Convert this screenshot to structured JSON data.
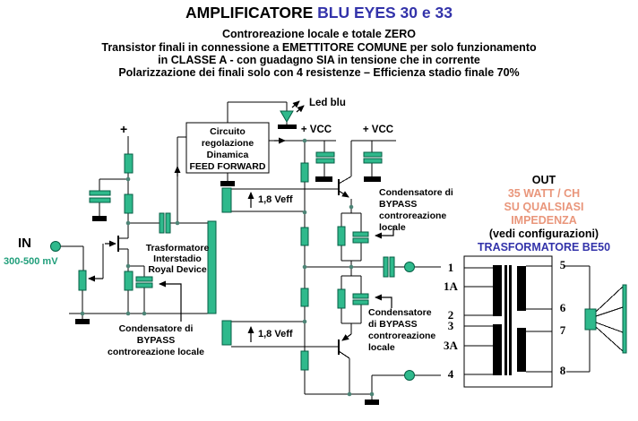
{
  "title": {
    "black": "AMPLIFICATORE ",
    "blue": "BLU EYES 30 e 33",
    "line2": "Controreazione locale e totale ZERO",
    "line3": "Transistor finali in connessione a EMETTITORE COMUNE per solo funzionamento",
    "line4": "in CLASSE A  - con guadagno SIA in tensione che in corrente",
    "line5": "Polarizzazione dei finali solo con 4 resistenze – Efficienza stadio finale 70%"
  },
  "input": {
    "label": "IN",
    "level": "300-500 mV",
    "plus": "+"
  },
  "feedforward": {
    "line1": "Circuito",
    "line2": "regolazione",
    "line3": "Dinamica",
    "line4": "FEED FORWARD"
  },
  "led": {
    "label": "Led blu"
  },
  "supply": {
    "vcc_left": "+ VCC",
    "vcc_right": "+ VCC"
  },
  "interstage": {
    "line1": "Trasformatore",
    "line2": "Interstadio",
    "line3": "Royal Device",
    "veff_top": "1,8 Veff",
    "veff_bottom": "1,8 Veff"
  },
  "bypass_top": {
    "line1": "Condensatore di",
    "line2": "BYPASS",
    "line3": "controreazione",
    "line4": "locale"
  },
  "bypass_mid": {
    "line1": "Condensatore",
    "line2": "di BYPASS",
    "line3": "controreazione",
    "line4": "locale"
  },
  "bypass_bottom": {
    "line1": "Condensatore di",
    "line2": "BYPASS",
    "line3": "controreazione locale"
  },
  "output": {
    "out": "OUT",
    "power": "35 WATT / CH",
    "line2": "SU QUALSIASI",
    "line3": "IMPEDENZA",
    "note": "(vedi configurazioni)",
    "transformer": "TRASFORMATORE BE50"
  },
  "taps": {
    "left": [
      "1",
      "1A",
      "2",
      "3",
      "3A",
      "4"
    ],
    "right": [
      "5",
      "6",
      "7",
      "8"
    ]
  },
  "colors": {
    "component_green": "#2fb98c",
    "component_outline": "#055e44",
    "title_blue": "#3333aa",
    "salmon": "#e9967b",
    "teal_text": "#1f9e7a"
  }
}
